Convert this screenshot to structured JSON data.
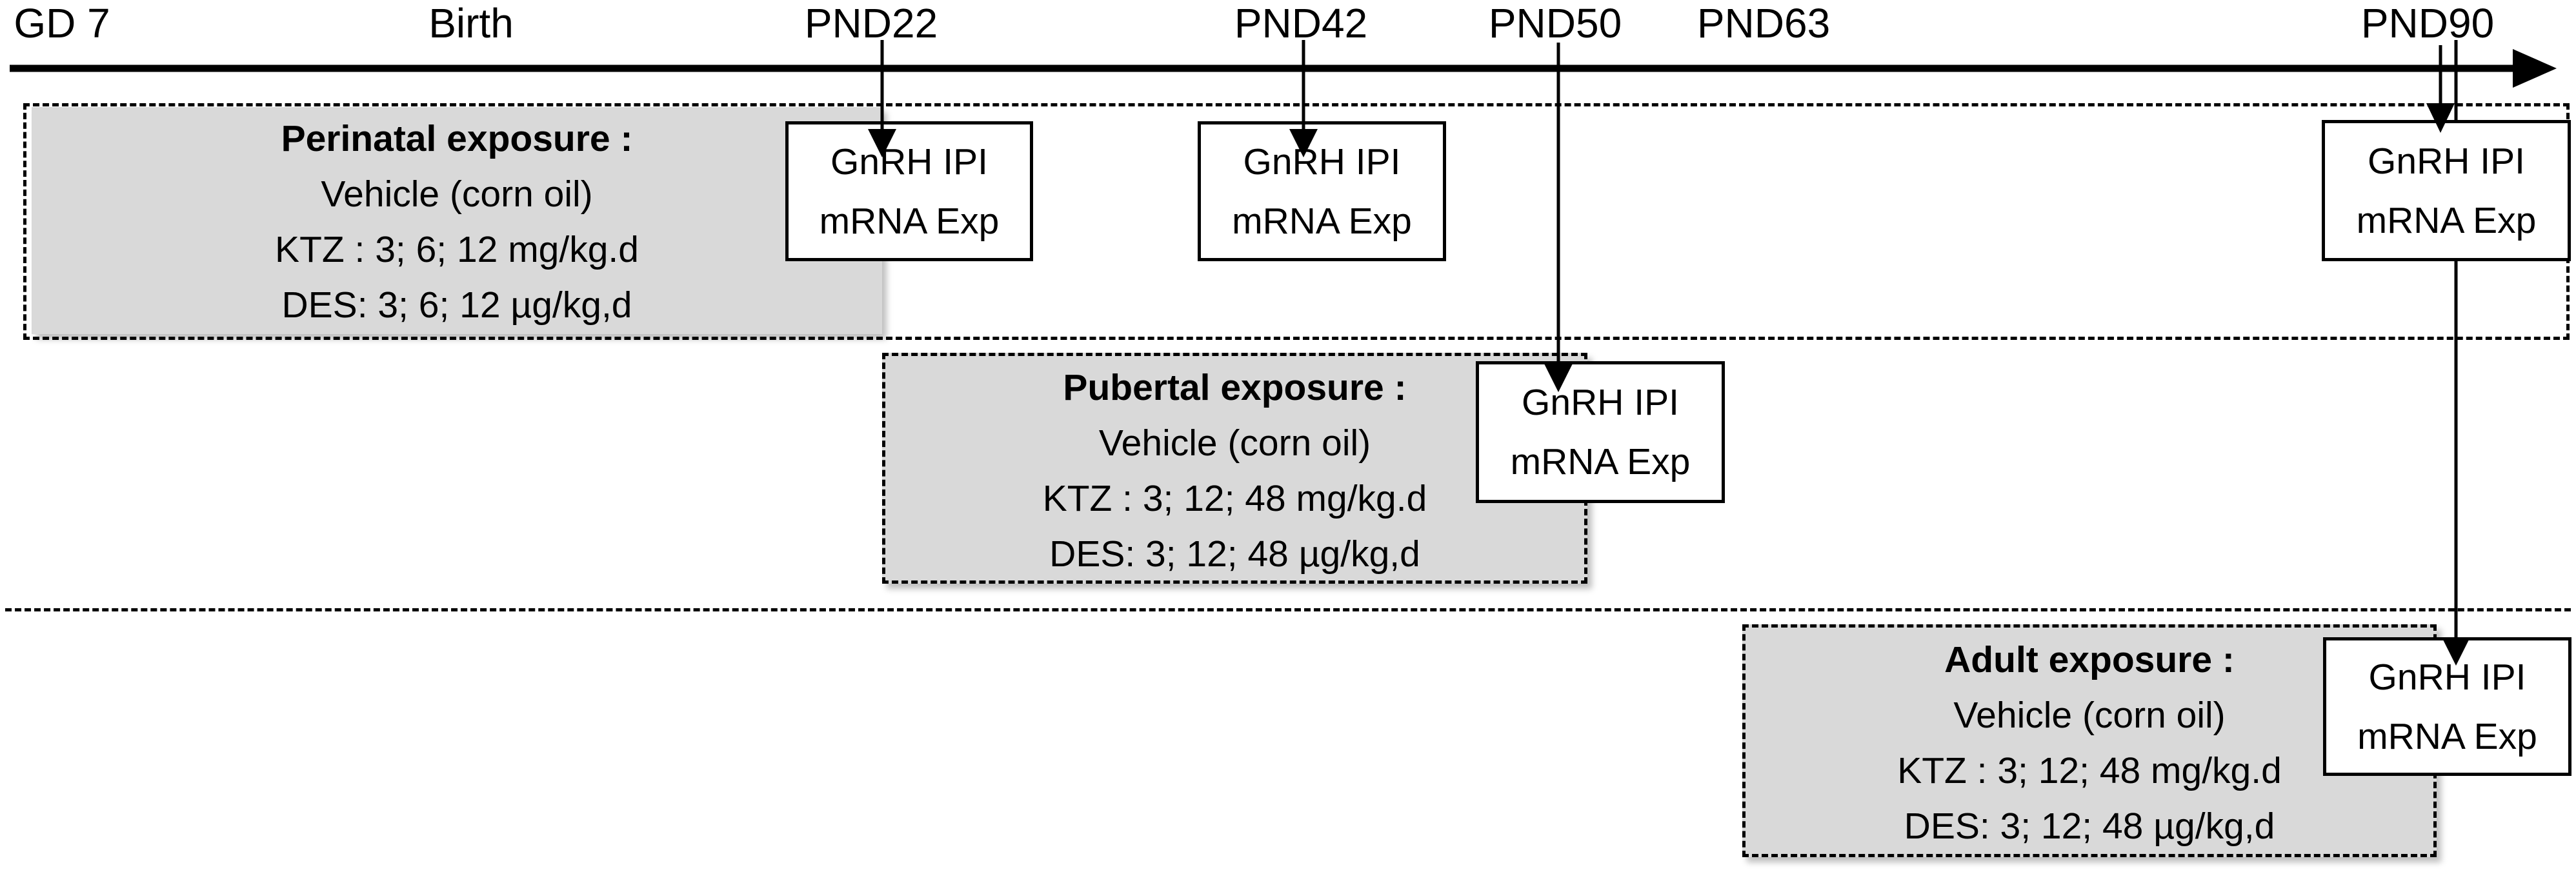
{
  "figure": {
    "timeline": {
      "labels": [
        "GD 7",
        "Birth",
        "PND22",
        "PND42",
        "PND50",
        "PND63",
        "PND90"
      ]
    },
    "exposure_panels": {
      "perinatal": {
        "title": "Perinatal exposure :",
        "lines": [
          "Vehicle (corn oil)",
          "KTZ : 3; 6; 12 mg/kg.d",
          "DES: 3; 6; 12 µg/kg,d"
        ]
      },
      "pubertal": {
        "title": "Pubertal exposure :",
        "lines": [
          "Vehicle (corn oil)",
          "KTZ : 3; 12; 48 mg/kg.d",
          "DES: 3; 12; 48 µg/kg,d"
        ]
      },
      "adult": {
        "title": "Adult exposure :",
        "lines": [
          "Vehicle (corn oil)",
          "KTZ : 3; 12; 48 mg/kg.d",
          "DES: 3; 12; 48 µg/kg,d"
        ]
      }
    },
    "measurement_box": {
      "line1": "GnRH IPI",
      "line2": "mRNA Exp"
    },
    "colors": {
      "shaded_fill": "#d9d9d9",
      "line": "#000000",
      "background": "#ffffff"
    }
  }
}
